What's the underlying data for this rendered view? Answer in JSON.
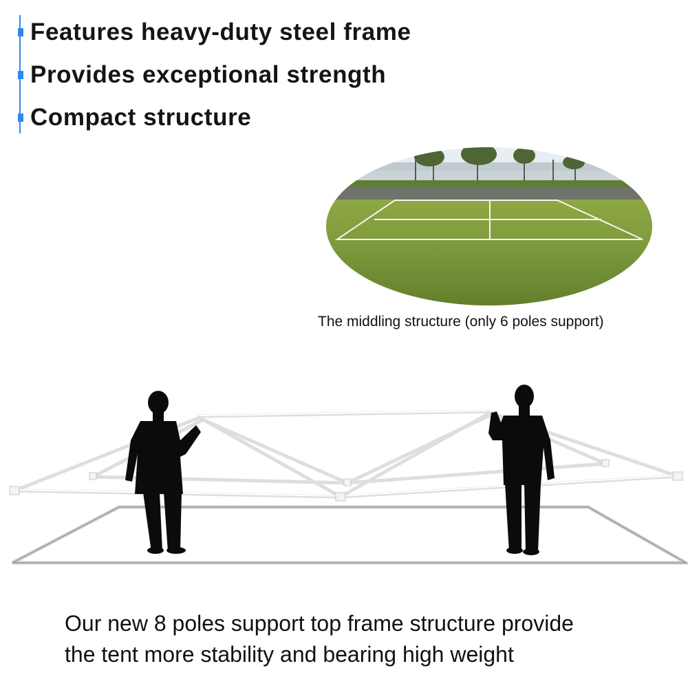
{
  "features": [
    "Features heavy-duty steel frame",
    "Provides exceptional strength",
    "Compact structure"
  ],
  "caption": "The middling structure (only 6 poles support)",
  "description": [
    "Our new 8 poles support top frame structure provide",
    "the tent more stability and bearing high weight"
  ],
  "colors": {
    "accent": "#2f86f0",
    "text": "#141414",
    "grass": "#7d9a3a",
    "silhouette": "#0b0b0b"
  }
}
